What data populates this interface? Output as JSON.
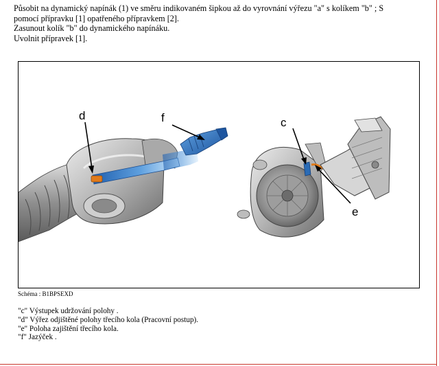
{
  "instructions": [
    "Působit na dynamický napínák (1) ve směru indikovaném šipkou až do vyrovnání výřezu \"a\" s kolíkem \"b\" ; S",
    "pomocí přípravku [1] opatřeného přípravkem [2].",
    "Zasunout kolík \"b\" do dynamického napínáku.",
    "Uvolnit přípravek [1]."
  ],
  "figure": {
    "callouts": {
      "c": "c",
      "d": "d",
      "e": "e",
      "f": "f"
    },
    "colors": {
      "part_highlight": "#2a6bb5",
      "part_light": "#8fc1ea",
      "marker_orange": "#e07a1a",
      "housing_gray": "#9a9a9a"
    }
  },
  "caption": "Schéma : B1BPSEXD",
  "legend": [
    "\"c\" Výstupek udržování polohy .",
    "\"d\" Výřez odjištěné polohy třecího kola (Pracovní postup).",
    "\"e\" Poloha zajištění třecího kola.",
    "\"f\" Jazýček ."
  ]
}
